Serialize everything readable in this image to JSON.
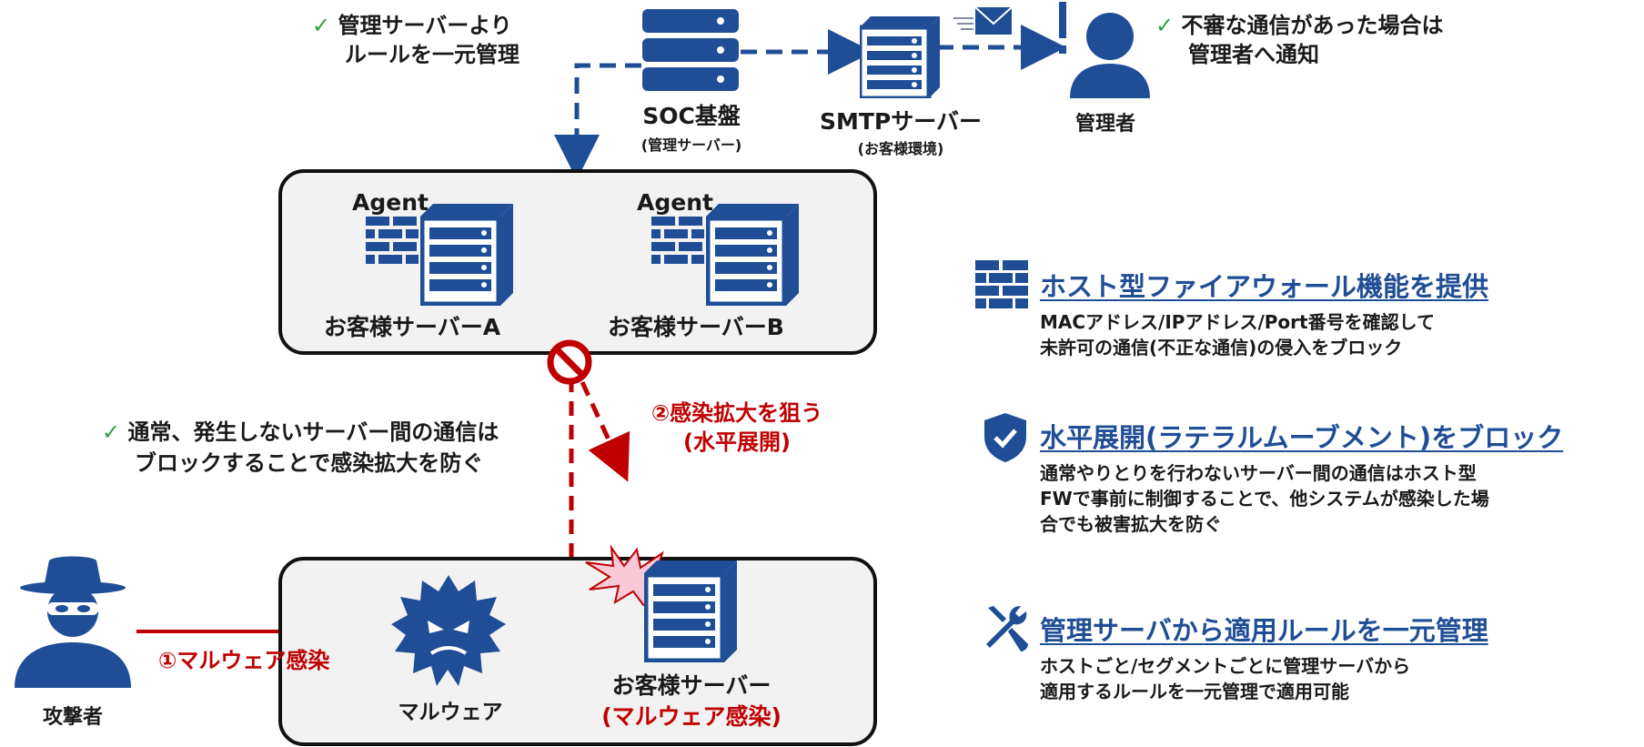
{
  "top": {
    "left_note": {
      "check": "✓",
      "line1": "管理サーバーより",
      "line2": "ルールを一元管理"
    },
    "right_note": {
      "check": "✓",
      "line1": "不審な通信があった場合は",
      "line2": "管理者へ通知"
    },
    "soc": {
      "label": "SOC基盤",
      "sublabel": "(管理サーバー)"
    },
    "smtp": {
      "label": "SMTPサーバー",
      "sublabel": "(お客様環境)"
    },
    "admin": {
      "label": "管理者"
    }
  },
  "server_box": {
    "a": {
      "agent": "Agent",
      "label": "お客様サーバーA"
    },
    "b": {
      "agent": "Agent",
      "label": "お客様サーバーB"
    }
  },
  "middle": {
    "note": {
      "check": "✓",
      "line1": "通常、発生しないサーバー間の通信は",
      "line2": "ブロックすることで感染拡大を防ぐ"
    },
    "spread": {
      "line1": "②感染拡大を狙う",
      "line2": "(水平展開)"
    }
  },
  "bottom": {
    "attacker": "攻撃者",
    "infection": "①マルウェア感染",
    "malware": "マルウェア",
    "server_label": "お客様サーバー",
    "server_status": "(マルウェア感染)"
  },
  "features": [
    {
      "icon": "firewall-icon",
      "title": "ホスト型ファイアウォール機能を提供",
      "body": [
        "MACアドレス/IPアドレス/Port番号を確認して",
        "未許可の通信(不正な通信)の侵入をブロック"
      ]
    },
    {
      "icon": "shield-check-icon",
      "title": "水平展開(ラテラルムーブメント)をブロック",
      "body": [
        "通常やりとりを行わないサーバー間の通信はホスト型",
        "FWで事前に制御することで、他システムが感染した場",
        "合でも被害拡大を防ぐ"
      ]
    },
    {
      "icon": "tools-icon",
      "title": "管理サーバから適用ルールを一元管理",
      "body": [
        "ホストごと/セグメントごとに管理サーバから",
        "適用するルールを一元管理で適用可能"
      ]
    }
  ],
  "colors": {
    "blue": "#1f4e96",
    "red": "#c00000",
    "check": "#2e9e44",
    "box_bg": "#f2f2f2"
  }
}
